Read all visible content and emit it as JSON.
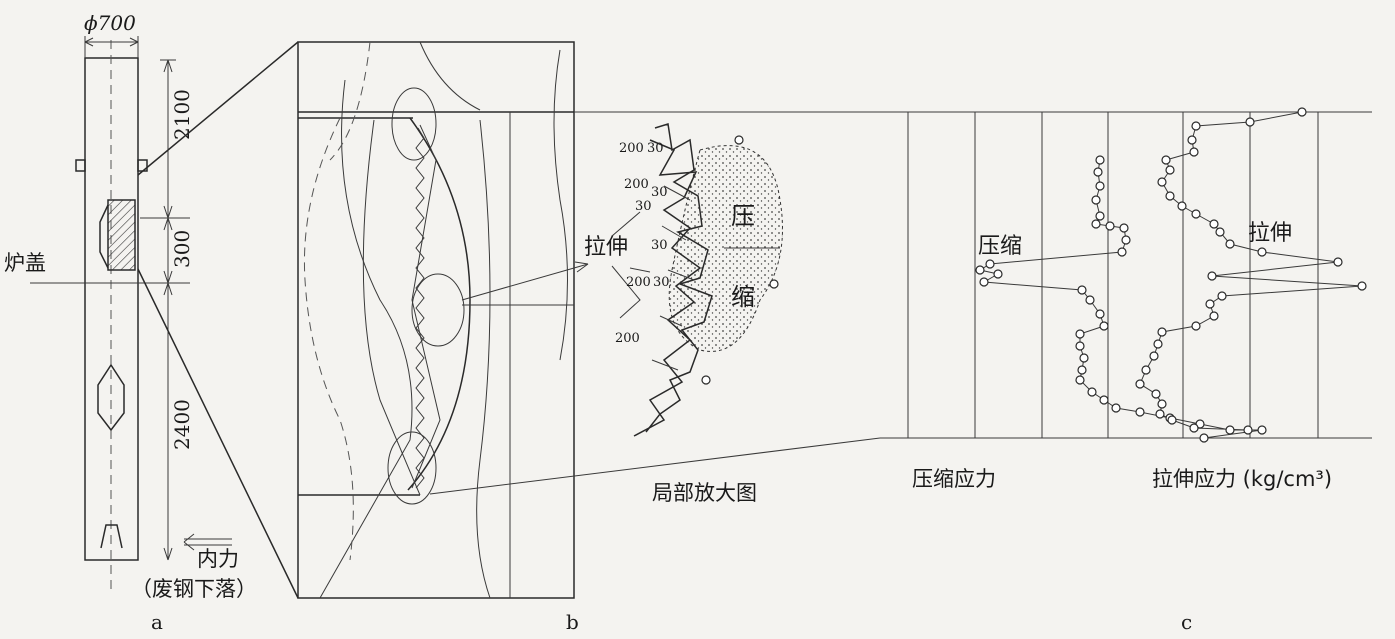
{
  "panel_a": {
    "diameter_label": "ϕ700",
    "dim_top": "2100",
    "dim_mid": "300",
    "dim_bottom": "2400",
    "furnace_cover": "炉盖",
    "force_label": "内力",
    "force_note": "（废钢下落）",
    "caption": "a"
  },
  "panel_b": {
    "compress_top": "压",
    "compress_bottom": "缩",
    "tension": "拉伸",
    "dims": [
      "200",
      "30",
      "200",
      "30",
      "30",
      "30",
      "200",
      "30",
      "200"
    ],
    "detail_caption": "局部放大图",
    "caption": "b"
  },
  "panel_c": {
    "compress_label": "压缩",
    "tension_label": "拉伸",
    "compress_axis": "压缩应力",
    "tension_axis": "拉伸应力 (kg/cm³)",
    "caption": "c"
  }
}
